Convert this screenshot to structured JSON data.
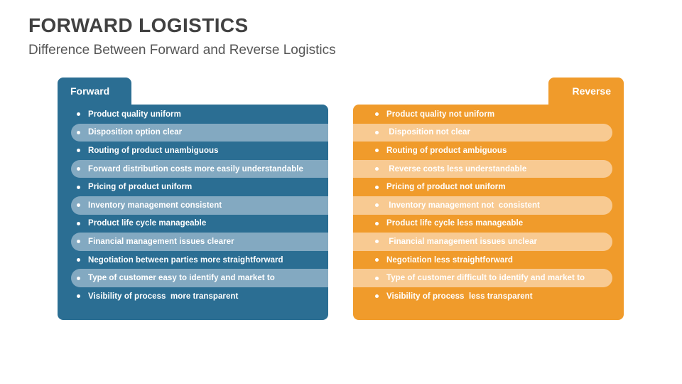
{
  "header": {
    "title": "FORWARD LOGISTICS",
    "subtitle": "Difference Between Forward and Reverse Logistics"
  },
  "colors": {
    "forward_base": "#2B6E93",
    "forward_stripe": "#83A9C1",
    "reverse_base": "#F09B2B",
    "reverse_stripe": "#F8CA92",
    "title_text": "#414141",
    "subtitle_text": "#565656",
    "row_text": "#FFFFFF",
    "background": "#FFFFFF"
  },
  "panels": [
    {
      "id": "forward",
      "tab_label": "Forward",
      "items": [
        "Product quality uniform",
        "Disposition option clear",
        "Routing of product unambiguous",
        "Forward distribution costs more easily understandable",
        "Pricing of product uniform",
        "Inventory management consistent",
        "Product life cycle manageable",
        "Financial management issues clearer",
        "Negotiation between parties more straightforward",
        "Type of customer easy to identify and market to",
        "Visibility of process  more transparent"
      ]
    },
    {
      "id": "reverse",
      "tab_label": "Reverse",
      "items": [
        "Product quality not uniform",
        " Disposition not clear",
        "Routing of product ambiguous",
        " Reverse costs less understandable",
        "Pricing of product not uniform",
        " Inventory management not  consistent",
        "Product life cycle less manageable",
        " Financial management issues unclear",
        "Negotiation less straightforward",
        "Type of customer difficult to identify and market to",
        "Visibility of process  less transparent"
      ]
    }
  ]
}
